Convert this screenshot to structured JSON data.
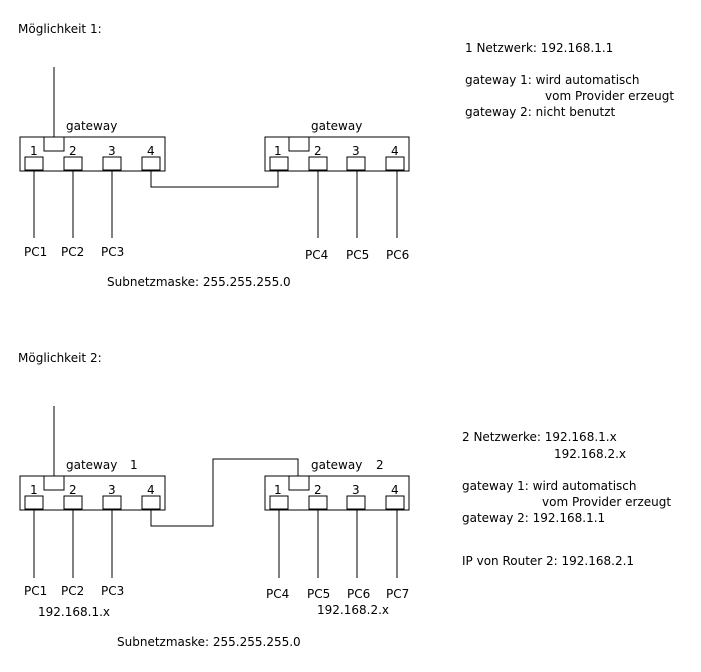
{
  "section1": {
    "heading": "Möglichkeit 1:",
    "gateway_left_label": "gateway",
    "gateway_right_label": "gateway",
    "left_ports": [
      "1",
      "2",
      "3",
      "4"
    ],
    "right_ports": [
      "1",
      "2",
      "3",
      "4"
    ],
    "pcs_left": [
      "PC1",
      "PC2",
      "PC3"
    ],
    "pcs_right": [
      "PC4",
      "PC5",
      "PC6"
    ],
    "subnet": "Subnetzmaske: 255.255.255.0",
    "info": {
      "line1": "1 Netzwerk: 192.168.1.1",
      "line2": "gateway 1: wird automatisch",
      "line3": "vom Provider erzeugt",
      "line4": "gateway 2: nicht benutzt"
    }
  },
  "section2": {
    "heading": "Möglichkeit 2:",
    "gateway_left_label": "gateway",
    "gateway_left_num": "1",
    "gateway_right_label": "gateway",
    "gateway_right_num": "2",
    "left_ports": [
      "1",
      "2",
      "3",
      "4"
    ],
    "right_ports": [
      "1",
      "2",
      "3",
      "4"
    ],
    "pcs_left": [
      "PC1",
      "PC2",
      "PC3"
    ],
    "pcs_right": [
      "PC4",
      "PC5",
      "PC6",
      "PC7"
    ],
    "net_left": "192.168.1.x",
    "net_right": "192.168.2.x",
    "subnet": "Subnetzmaske: 255.255.255.0",
    "info": {
      "line1": "2 Netzwerke: 192.168.1.x",
      "line2": "192.168.2.x",
      "line3": "gateway 1: wird automatisch",
      "line4": "vom Provider erzeugt",
      "line5": "gateway 2: 192.168.1.1",
      "line6": "IP von Router 2: 192.168.2.1"
    }
  }
}
